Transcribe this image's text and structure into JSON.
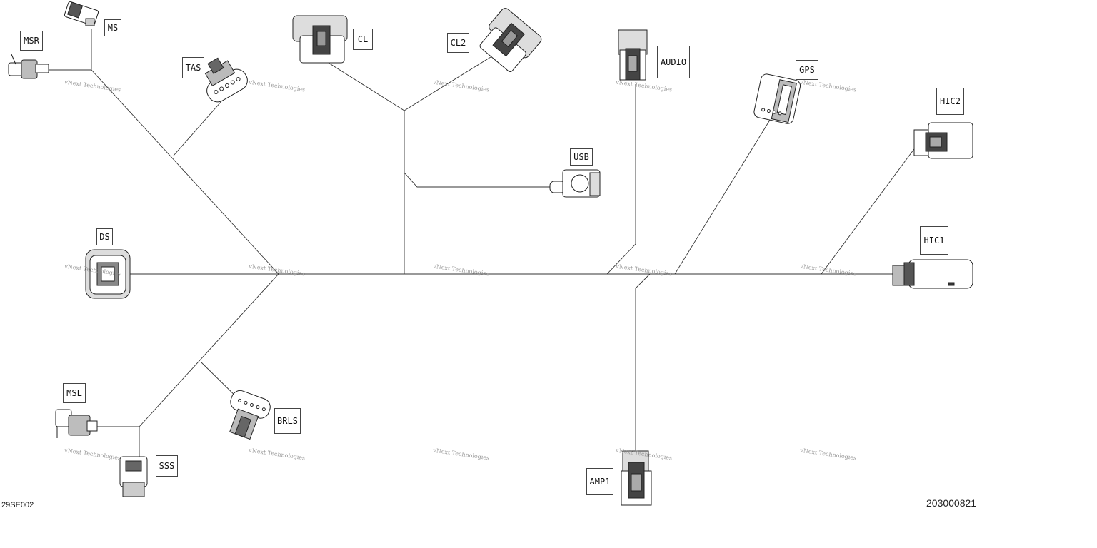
{
  "labels": {
    "msr": "MSR",
    "ms": "MS",
    "tas": "TAS",
    "cl": "CL",
    "cl2": "CL2",
    "audio": "AUDIO",
    "gps": "GPS",
    "hic2": "HIC2",
    "usb": "USB",
    "ds": "DS",
    "hic1": "HIC1",
    "msl": "MSL",
    "brls": "BRLS",
    "sss": "SSS",
    "amp1": "AMP1"
  },
  "watermark": {
    "text": "vNext Technologies"
  },
  "reference": {
    "left": "29SE002",
    "right": "203000821"
  }
}
